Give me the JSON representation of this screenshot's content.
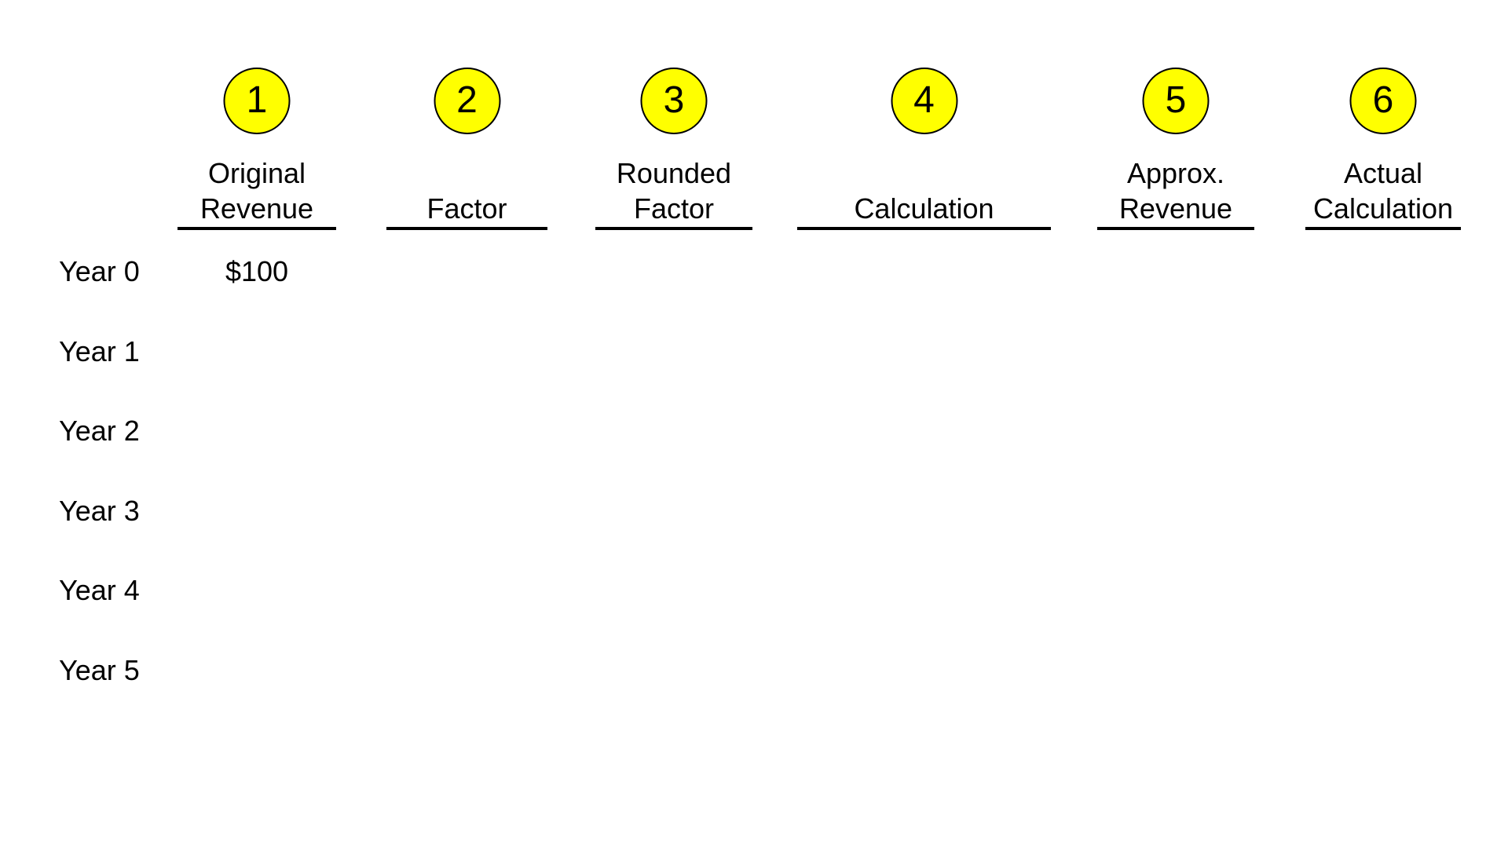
{
  "colors": {
    "badge_fill": "#FFFF00",
    "badge_border": "#000000",
    "text": "#000000",
    "background": "#FFFFFF"
  },
  "table": {
    "columns": [
      {
        "number": "1",
        "label": "Original Revenue",
        "lines": [
          "Original",
          "Revenue"
        ]
      },
      {
        "number": "2",
        "label": "Factor",
        "lines": [
          "Factor"
        ]
      },
      {
        "number": "3",
        "label": "Rounded Factor",
        "lines": [
          "Rounded",
          "Factor"
        ]
      },
      {
        "number": "4",
        "label": "Calculation",
        "lines": [
          "Calculation"
        ]
      },
      {
        "number": "5",
        "label": "Approx. Revenue",
        "lines": [
          "Approx.",
          "Revenue"
        ]
      },
      {
        "number": "6",
        "label": "Actual Calculation",
        "lines": [
          "Actual",
          "Calculation"
        ]
      }
    ],
    "rows": [
      {
        "label": "Year 0"
      },
      {
        "label": "Year 1"
      },
      {
        "label": "Year 2"
      },
      {
        "label": "Year 3"
      },
      {
        "label": "Year 4"
      },
      {
        "label": "Year 5"
      }
    ],
    "cells": {
      "year0_original_revenue": "$100"
    }
  }
}
